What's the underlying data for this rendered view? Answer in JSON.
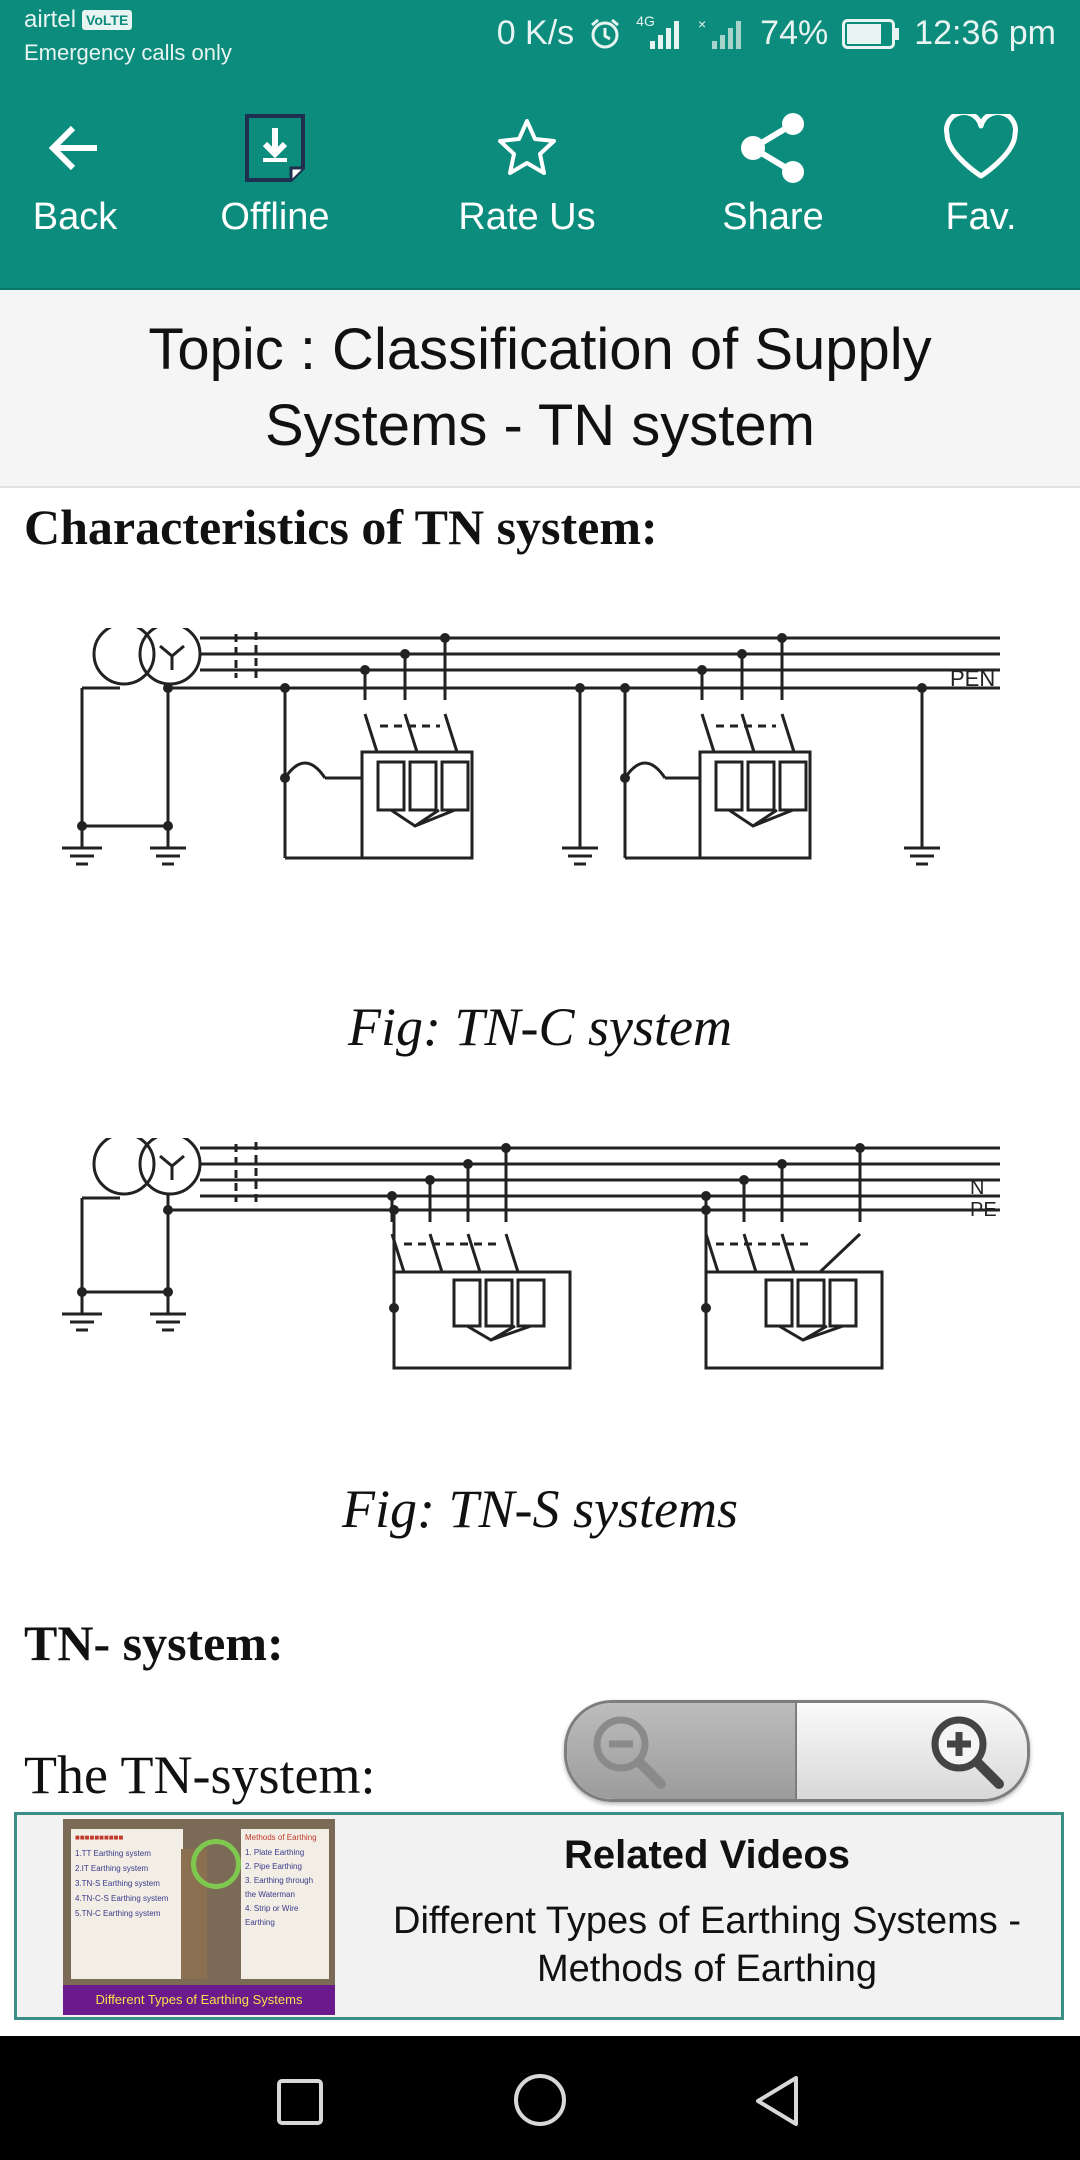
{
  "status": {
    "carrier": "airtel",
    "volte": "VoLTE",
    "emergency": "Emergency calls only",
    "speed": "0 K/s",
    "network": "4G",
    "battery": "74%",
    "time": "12:36 pm"
  },
  "toolbar": {
    "items": [
      {
        "label": "Back",
        "icon": "arrow-left-icon"
      },
      {
        "label": "Offline",
        "icon": "download-doc-icon"
      },
      {
        "label": "Rate Us",
        "icon": "star-icon"
      },
      {
        "label": "Share",
        "icon": "share-icon"
      },
      {
        "label": "Fav.",
        "icon": "heart-icon"
      }
    ]
  },
  "topic_title": "Topic : Classification of Supply Systems - TN system",
  "content": {
    "heading1": "Characteristics of TN system:",
    "fig1": {
      "caption": "Fig: TN-C system",
      "labels": [
        "PEN"
      ]
    },
    "fig2": {
      "caption": "Fig:  TN-S systems",
      "labels": [
        "N",
        "PE"
      ]
    },
    "heading2": "TN- system:",
    "body": "The TN-system:"
  },
  "zoom": {
    "out_icon": "zoom-out-icon",
    "in_icon": "zoom-in-icon"
  },
  "related": {
    "title": "Related Videos",
    "description": "Different Types of Earthing Systems - Methods of Earthing",
    "thumb_title": "Different Types of Earthing Systems",
    "thumb_left": [
      "1.TT Earthing system",
      "2.IT Earthing system",
      "3.TN-S Earthing system",
      "4.TN-C-S Earthing system",
      "5.TN-C Earthing system"
    ],
    "thumb_right_title": "Methods of Earthing",
    "thumb_right": [
      "1. Plate Earthing",
      "2. Pipe Earthing",
      "3. Earthing through the Waterman",
      "4. Strip or Wire Earthing"
    ]
  },
  "navbar": {
    "icons": [
      "recents-icon",
      "home-icon",
      "back-triangle-icon"
    ]
  }
}
